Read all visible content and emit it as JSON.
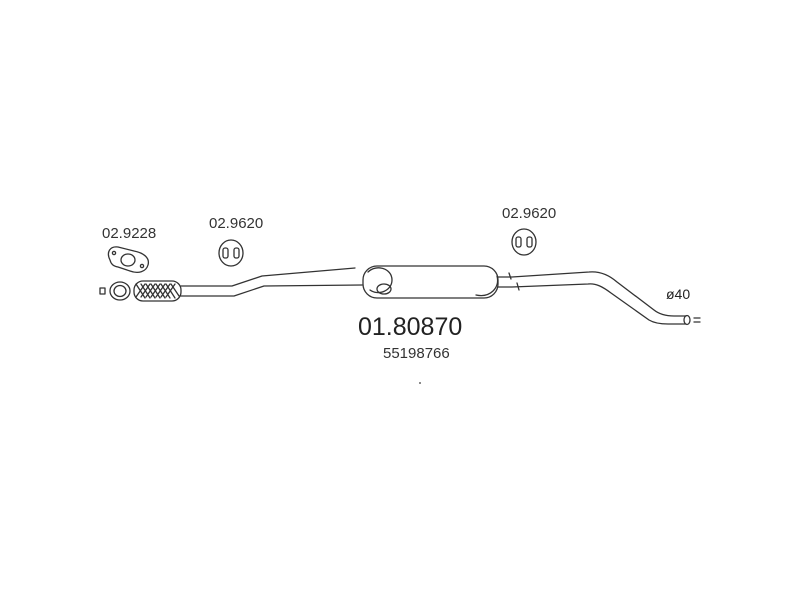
{
  "labels": {
    "gasket_part": "02.9228",
    "hanger_left_part": "02.9620",
    "hanger_right_part": "02.9620",
    "main_part_number": "01.80870",
    "oem_number": "55198766",
    "diameter": "ø40"
  },
  "colors": {
    "line": "#333333",
    "background": "#ffffff"
  }
}
